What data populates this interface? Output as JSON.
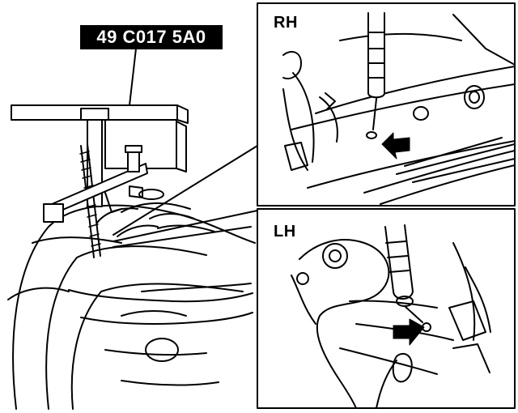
{
  "tool_callout": "49 C017 5A0",
  "panels": {
    "top_label": "RH",
    "bottom_label": "LH"
  },
  "colors": {
    "ink": "#000000",
    "paper": "#ffffff"
  },
  "icons": [
    "arrow-icon",
    "arrow-icon"
  ]
}
